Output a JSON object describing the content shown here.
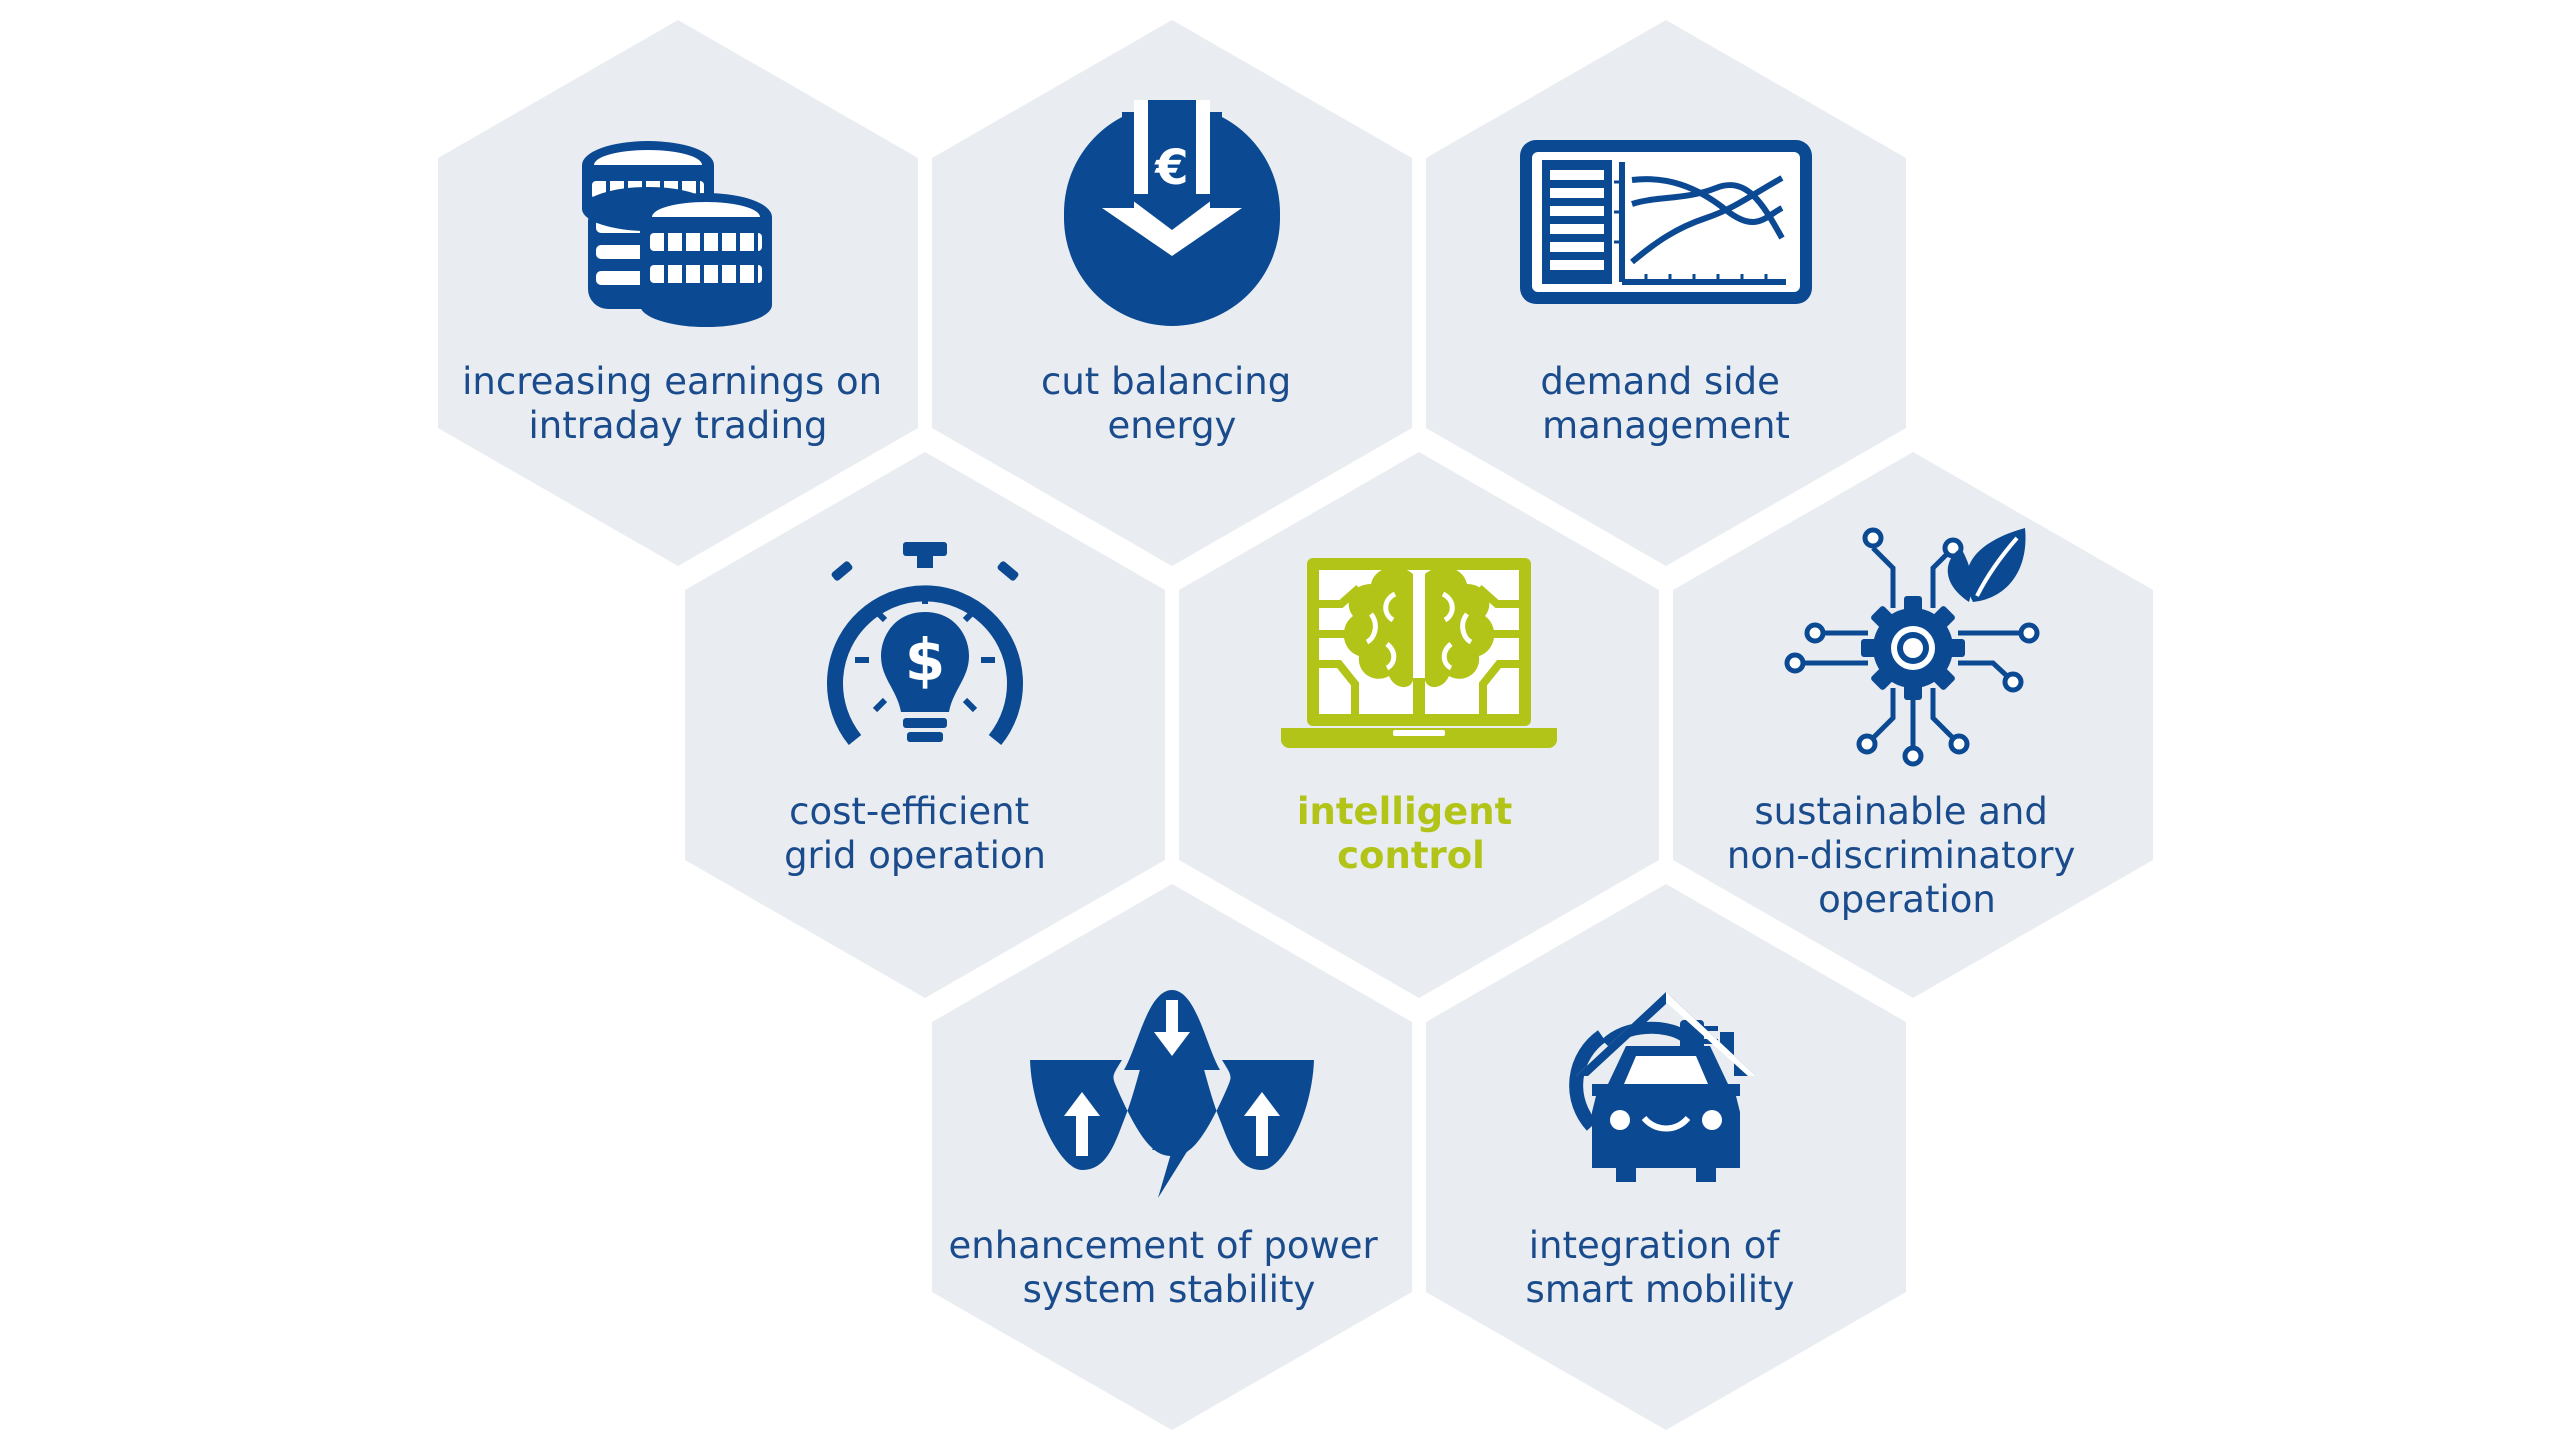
{
  "colors": {
    "primary_blue": "#0b4a93",
    "label_blue": "#1a4b8c",
    "accent_green": "#b2c418",
    "hex_fill": "#e9ecf0"
  },
  "hexagons": [
    {
      "id": "earnings",
      "icon": "coins-icon",
      "lines": [
        "increasing earnings on",
        "intraday trading"
      ],
      "accent": false
    },
    {
      "id": "balancing",
      "icon": "euro-down-arrow-icon",
      "lines": [
        "cut balancing",
        "energy"
      ],
      "accent": false
    },
    {
      "id": "demand",
      "icon": "tablet-chart-icon",
      "lines": [
        "demand side",
        "management"
      ],
      "accent": false
    },
    {
      "id": "grid",
      "icon": "stopwatch-dollar-bulb-icon",
      "lines": [
        "cost-efficient",
        "grid operation"
      ],
      "accent": false
    },
    {
      "id": "intelligent",
      "icon": "laptop-brain-icon",
      "lines": [
        "intelligent",
        "control"
      ],
      "accent": true
    },
    {
      "id": "sustainable",
      "icon": "gear-circuit-leaf-icon",
      "lines": [
        "sustainable and",
        "non-discriminatory",
        "operation"
      ],
      "accent": false
    },
    {
      "id": "stability",
      "icon": "grid-wave-lightning-icon",
      "lines": [
        "enhancement of power",
        "system stability"
      ],
      "accent": false
    },
    {
      "id": "mobility",
      "icon": "car-plug-home-icon",
      "lines": [
        "integration of",
        "smart mobility"
      ],
      "accent": false
    }
  ]
}
